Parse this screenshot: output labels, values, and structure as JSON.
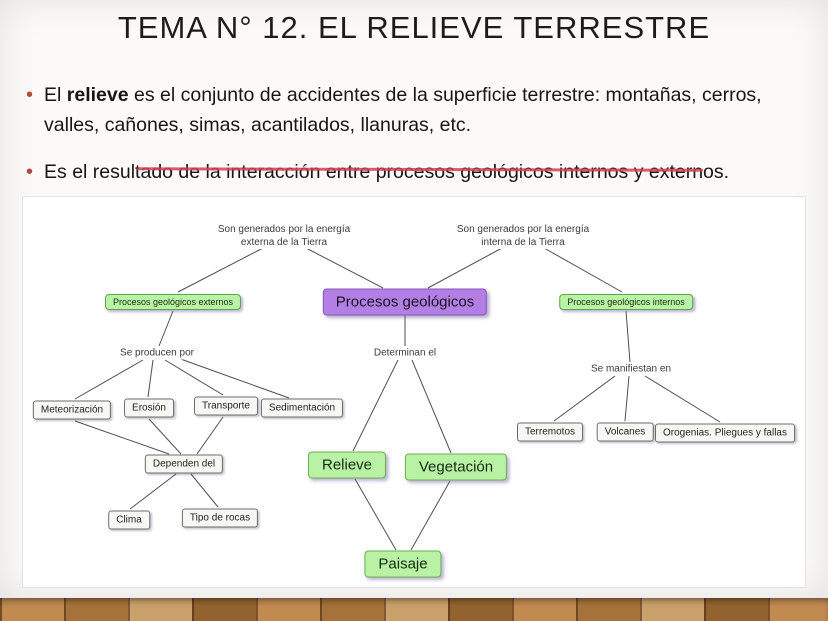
{
  "slide": {
    "title": "TEMA N° 12. EL RELIEVE TERRESTRE",
    "bullet_marker": "•",
    "bullets": [
      {
        "prefix": "El ",
        "bold": "relieve",
        "rest": " es el conjunto de accidentes de la superficie terrestre: montañas, cerros, valles, cañones, simas, acantilados, llanuras, etc."
      },
      {
        "text": "Es el resultado de la interacción entre procesos geológicos internos y externos."
      }
    ]
  },
  "concept_map": {
    "linking_phrases": {
      "energia_externa": "Son generados por la energía\nexterna de la Tierra",
      "energia_interna": "Son generados por la energía\ninterna de la Tierra",
      "se_producen_por": "Se producen por",
      "determinan_el": "Determinan el",
      "se_manifiestan_en": "Se manifiestan en",
      "dependen_del": "Dependen del"
    },
    "nodes": {
      "procesos_geologicos": "Procesos geológicos",
      "procesos_externos": "Procesos geológicos externos",
      "procesos_internos": "Procesos geológicos internos",
      "meteorizacion": "Meteorización",
      "erosion": "Erosión",
      "transporte": "Transporte",
      "sedimentacion": "Sedimentación",
      "clima": "Clima",
      "tipo_de_rocas": "Tipo de rocas",
      "relieve": "Relieve",
      "vegetacion": "Vegetación",
      "paisaje": "Paisaje",
      "terremotos": "Terremotos",
      "volcanes": "Volcanes",
      "orogenias": "Orogenias. Pliegues y fallas"
    }
  },
  "colors": {
    "bullet_accent": "#b5493b",
    "strike_line": "#d24054",
    "node_purple": "#b47fe4",
    "node_green": "#baf2a6",
    "node_white": "#f7f7f3",
    "wood_brown": "#b8874f"
  }
}
